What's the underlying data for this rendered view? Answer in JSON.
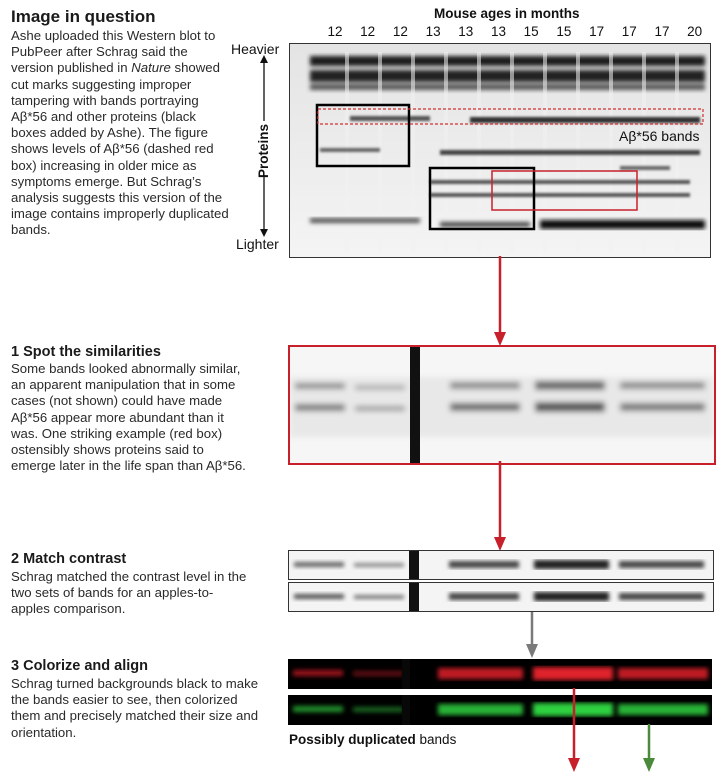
{
  "intro": {
    "title": "Image in question",
    "body_pre": "Ashe uploaded this Western blot to PubPeer after Schrag said the version published in ",
    "body_italic": "Nature",
    "body_post": " showed cut marks suggesting improper tampering with bands portraying Aβ*56 and other proteins (black boxes added by Ashe). The figure shows levels of Aβ*56 (dashed red box) increasing in older mice as symptoms emerge. But Schrag’s analysis suggests this version of the image contains improperly duplicated bands."
  },
  "blot": {
    "header": "Mouse ages in months",
    "ages": [
      "12",
      "12",
      "12",
      "13",
      "13",
      "13",
      "15",
      "15",
      "17",
      "17",
      "17",
      "20"
    ],
    "heavier_label": "Heavier",
    "lighter_label": "Lighter",
    "proteins_label": "Proteins",
    "bands_label": "Aβ*56 bands"
  },
  "steps": [
    {
      "title": "1 Spot the similarities",
      "body": "Some bands looked abnormally similar, an apparent manipulation that in some cases (not shown) could have made Aβ*56 appear more abundant than it was. One striking example (red box) ostensibly shows proteins said to emerge later in the life span than Aβ*56."
    },
    {
      "title": "2 Match contrast",
      "body": "Schrag matched the contrast level in the two sets of bands for an apples-to-apples comparison."
    },
    {
      "title": "3 Colorize and align",
      "body": "Schrag turned backgrounds black to make the bands easier to see, then colorized them and precisely matched their size and orientation."
    }
  ],
  "caption": {
    "bold": "Possibly duplicated",
    "rest": " bands"
  },
  "colors": {
    "highlight_red": "#c8202a",
    "arrow_gray": "#7a7a7a",
    "arrow_green": "#4a8a3a",
    "band_red": "#e0202a",
    "band_green": "#2fd040"
  }
}
